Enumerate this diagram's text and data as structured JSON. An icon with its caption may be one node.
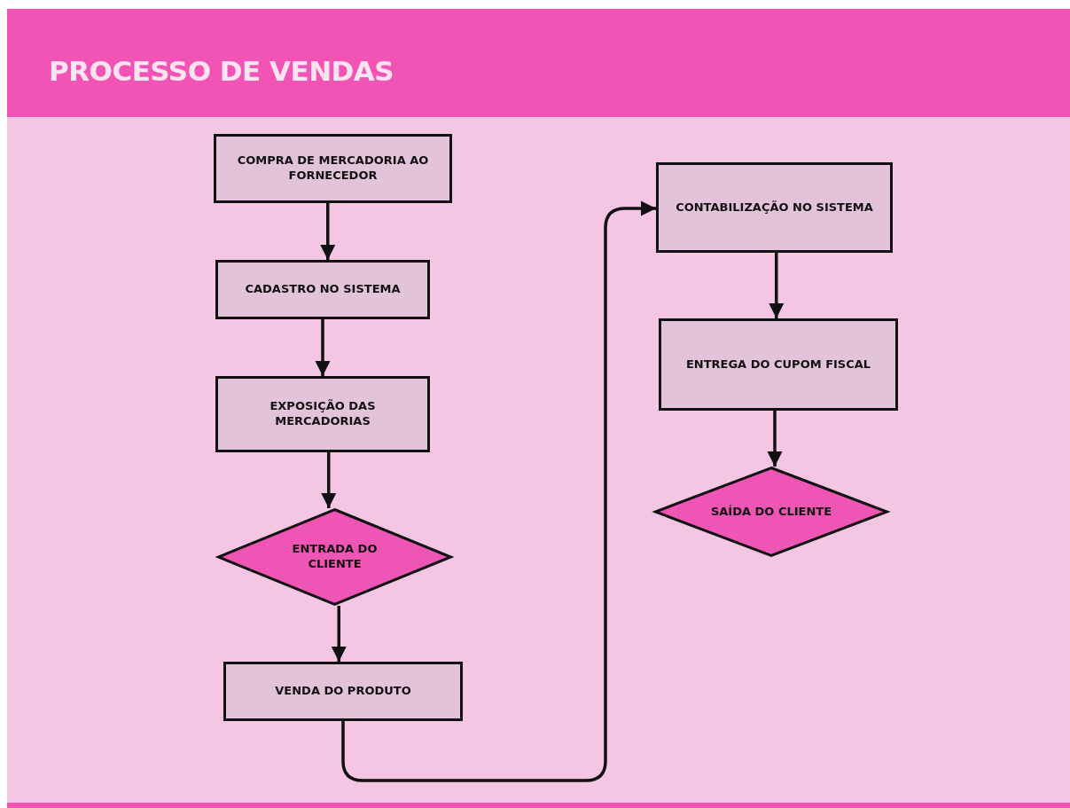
{
  "diagram": {
    "title": "PROCESSO DE VENDAS",
    "nodes": [
      {
        "text": [
          "COMPRA DE MERCADORIA AO FORNECEDOR"
        ]
      },
      {
        "text": [
          "CADASTRO NO SISTEMA"
        ]
      },
      {
        "text": [
          "EXPOSIÇÃO DAS MERCADORIAS"
        ]
      },
      {
        "text": [
          "ENTRADA DO CLIENTE"
        ]
      },
      {
        "text": [
          "VENDA DO PRODUTO"
        ]
      },
      {
        "text": [
          "CONTABILIZAÇÃO NO SISTEMA"
        ]
      },
      {
        "text": [
          "ENTREGA DO CUPOM FISCAL"
        ]
      },
      {
        "text": [
          "SAÍDA DO CLIENTE"
        ]
      }
    ],
    "edges": [
      {
        "from": 0,
        "to": 1,
        "arrow": "to"
      },
      {
        "from": 1,
        "to": 2,
        "arrow": "to"
      },
      {
        "from": 2,
        "to": 3,
        "arrow": "to"
      },
      {
        "from": 3,
        "to": 4,
        "arrow": "to"
      },
      {
        "from": 4,
        "to": 5,
        "arrow": "to"
      },
      {
        "from": 5,
        "to": 6,
        "arrow": "to"
      },
      {
        "from": 6,
        "to": 7,
        "arrow": "to"
      }
    ]
  }
}
